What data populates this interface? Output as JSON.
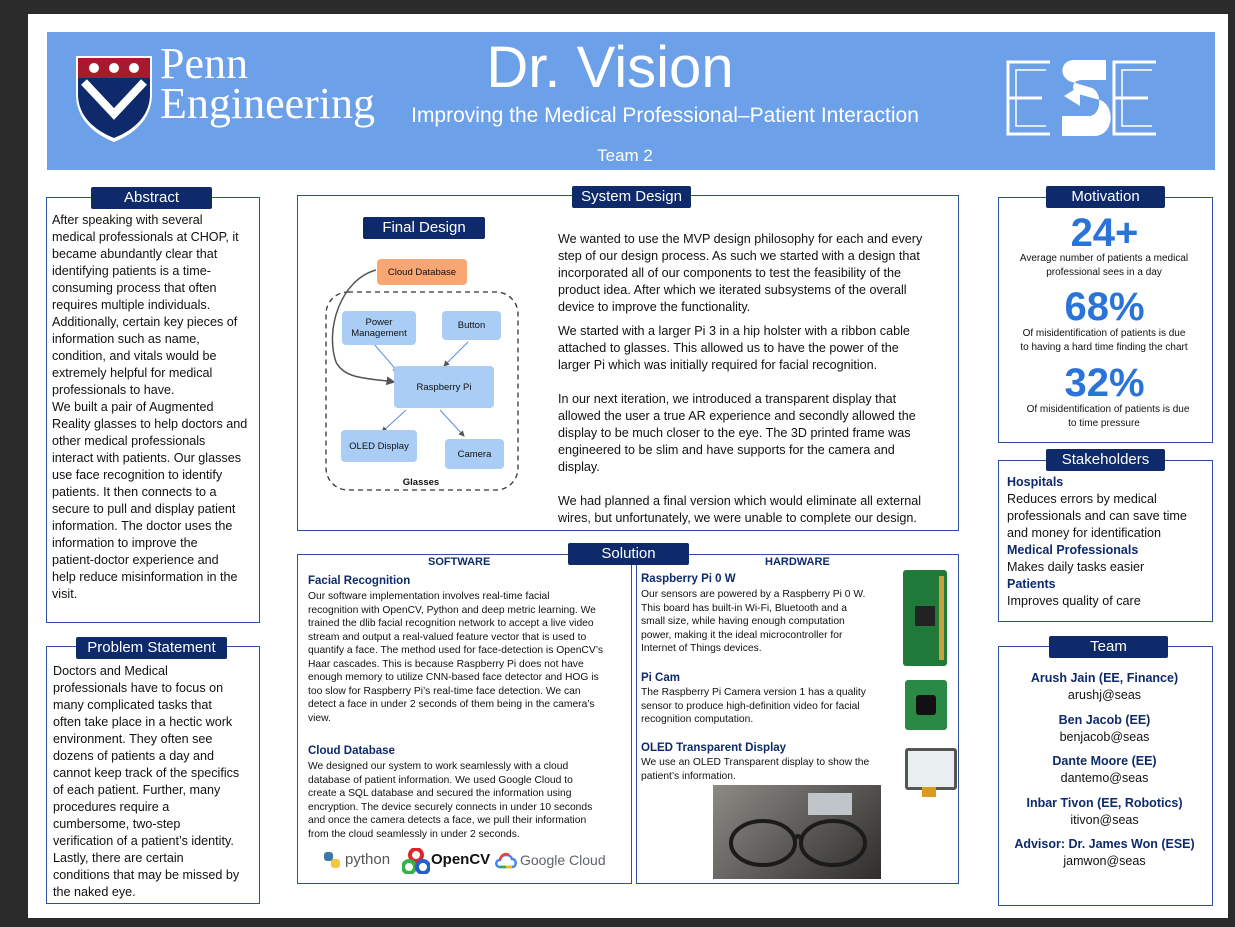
{
  "header": {
    "logo_text": "Penn Engineering",
    "logo_line1": "Penn",
    "logo_line2": "Engineering",
    "title": "Dr. Vision",
    "subtitle": "Improving the Medical Professional–Patient Interaction",
    "team": "Team 2",
    "ese_logo": "ESE"
  },
  "abstract": {
    "heading": "Abstract",
    "lines": [
      "After speaking with several",
      "medical professionals at CHOP, it",
      "became abundantly clear that",
      "identifying patients is a time-",
      "consuming process that often",
      "requires multiple individuals.",
      "Additionally, certain key pieces of",
      "information such as name,",
      "condition, and vitals would be",
      "extremely helpful for medical",
      "professionals to have.",
      "We built a pair of Augmented",
      "Reality glasses to help doctors and",
      "other medical professionals",
      "interact with patients. Our glasses",
      "use face recognition to identify",
      "patients. It then connects to a",
      "secure to pull and display patient",
      "information. The doctor uses the",
      "information to improve the",
      "patient-doctor experience and",
      "help reduce misinformation in the",
      "visit."
    ]
  },
  "problem": {
    "heading": "Problem Statement",
    "lines": [
      "Doctors and Medical",
      "professionals have to focus on",
      "many complicated tasks that",
      "often take place in a hectic work",
      "environment. They often see",
      "dozens of patients a day and",
      "cannot keep track of the specifics",
      "of each patient. Further, many",
      "procedures require a",
      "cumbersome, two-step",
      "verification of a patient’s identity.",
      "Lastly, there are certain",
      "conditions that may be missed by",
      "the naked eye."
    ]
  },
  "system": {
    "heading": "System Design",
    "final_design": "Final Design",
    "diagram": {
      "cloud": "Cloud Database",
      "power": "Power Management",
      "button": "Button",
      "pi": "Raspberry Pi",
      "oled": "OLED Display",
      "camera": "Camera",
      "glasses": "Glasses"
    },
    "p1": [
      "We wanted to use the MVP design philosophy for each and every",
      "step of our design process. As such we started with a design that",
      "incorporated all of our components to test the feasibility of the",
      "product idea. After which we iterated subsystems of the overall",
      "device to improve the functionality."
    ],
    "p2": [
      "We started with a larger Pi 3 in a hip holster with a ribbon cable",
      "attached to glasses. This allowed us to have the power of the",
      "larger Pi  which was initially required for facial recognition."
    ],
    "p3": [
      "In our next iteration, we introduced a transparent display that",
      "allowed the user a true AR experience and secondly allowed the",
      "display to be much closer to the eye. The 3D printed frame was",
      "engineered to be slim and have supports for the camera and",
      "display."
    ],
    "p4": [
      "We had planned a final version which would eliminate all external",
      "wires, but unfortunately, we were unable to complete our design."
    ]
  },
  "solution": {
    "heading": "Solution",
    "software_label": "SOFTWARE",
    "hardware_label": "HARDWARE",
    "facial_title": "Facial Recognition",
    "facial_lines": [
      "Our software implementation involves real-time facial",
      "recognition with OpenCV, Python and deep metric learning. We",
      "trained the dlib facial recognition network to accept a live video",
      "stream and output a real-valued feature vector that is used to",
      "quantify a face. The method used for face-detection is OpenCV’s",
      "Haar cascades. This is because Raspberry Pi does not have",
      "enough memory to utilize CNN-based face detector and HOG is",
      "too slow for Raspberry Pi’s real-time face detection. We can",
      "detect a face in under 2 seconds of them being in the camera’s",
      "view."
    ],
    "cloud_title": "Cloud Database",
    "cloud_lines": [
      "We designed our system to work seamlessly with a cloud",
      "database of patient information. We used Google Cloud to",
      "create a SQL database and secured the information using",
      "encryption. The device securely connects in under 10 seconds",
      "and once the camera detects a face, we pull their information",
      "from the cloud seamlessly in under 2 seconds."
    ],
    "logos": {
      "python": "python",
      "opencv": "OpenCV",
      "google": "Google Cloud"
    },
    "pi0_title": "Raspberry Pi 0 W",
    "pi0_lines": [
      "Our sensors are powered by a Raspberry Pi 0 W.",
      "This board has built-in Wi-Fi, Bluetooth  and a",
      "small size, while having enough computation",
      "power, making it the ideal microcontroller for",
      "Internet of Things devices."
    ],
    "picam_title": "Pi Cam",
    "picam_lines": [
      "The Raspberry Pi Camera version 1 has a quality",
      "sensor to produce high-definition video for facial",
      "recognition computation."
    ],
    "oled_title": "OLED Transparent Display",
    "oled_lines": [
      "We use an OLED Transparent display to show the",
      "patient’s information."
    ]
  },
  "motivation": {
    "heading": "Motivation",
    "stats": [
      {
        "value": "24+",
        "text1": "Average number of patients a medical",
        "text2": "professional sees in a day"
      },
      {
        "value": "68%",
        "text1": "Of misidentification of patients is due",
        "text2": "to having a hard time finding the chart"
      },
      {
        "value": "32%",
        "text1": "Of misidentification of patients is due",
        "text2": "to time pressure"
      }
    ]
  },
  "stakeholders": {
    "heading": "Stakeholders",
    "h1": "Hospitals",
    "t1": [
      "Reduces errors by medical",
      "professionals and can save time",
      "and money for identification"
    ],
    "h2": "Medical Professionals",
    "t2": "Makes daily tasks easier",
    "h3": "Patients",
    "t3": "Improves quality of care"
  },
  "team": {
    "heading": "Team",
    "members": [
      {
        "name": "Arush Jain (EE, Finance)",
        "email": "arushj@seas"
      },
      {
        "name": "Ben Jacob (EE)",
        "email": "benjacob@seas"
      },
      {
        "name": "Dante Moore (EE)",
        "email": "dantemo@seas"
      },
      {
        "name": "Inbar Tivon (EE, Robotics)",
        "email": "itivon@seas"
      },
      {
        "name": "Advisor: Dr. James Won (ESE)",
        "email": "jamwon@seas"
      }
    ]
  }
}
